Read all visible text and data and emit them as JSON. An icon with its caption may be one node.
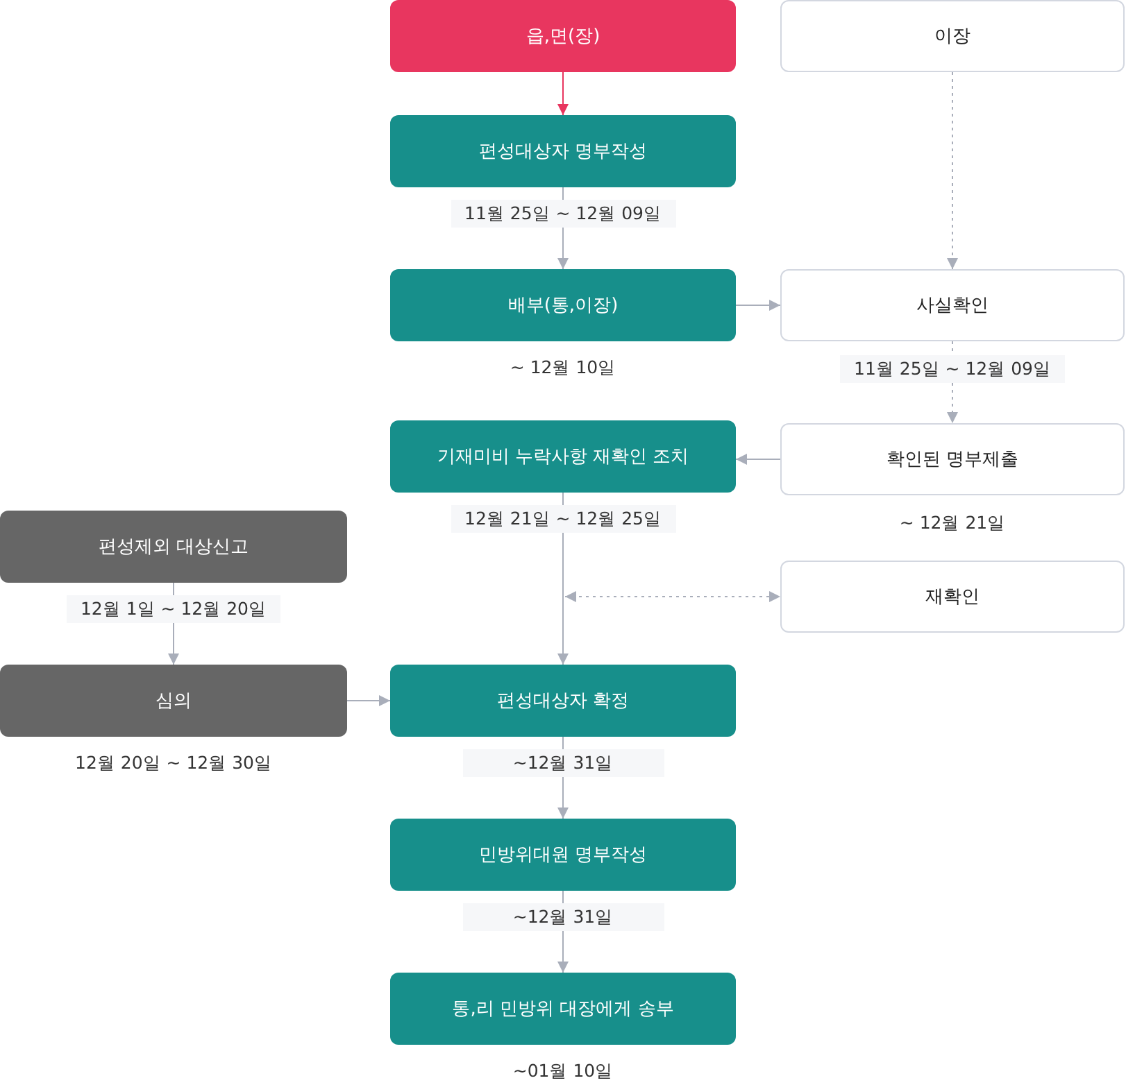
{
  "diagram": {
    "nodes": [
      {
        "text": [
          "읍,면(장)"
        ]
      },
      {
        "text": [
          "이장"
        ]
      },
      {
        "text": [
          "편성대상자 명부작성"
        ],
        "beside": [
          "11월 25일 ~ 12월 09일"
        ]
      },
      {
        "text": [
          "배부(통,이장)"
        ],
        "beside": [
          "~ 12월 10일"
        ]
      },
      {
        "text": [
          "사실확인"
        ],
        "beside": [
          "11월 25일 ~ 12월 09일"
        ]
      },
      {
        "text": [
          "기재미비 누락사항 재확인 조치"
        ],
        "beside": [
          "12월 21일 ~ 12월 25일"
        ]
      },
      {
        "text": [
          "확인된 명부제출"
        ],
        "beside": [
          "~ 12월 21일"
        ]
      },
      {
        "text": [
          "편성제외 대상신고"
        ],
        "beside": [
          "12월 1일 ~ 12월 20일"
        ]
      },
      {
        "text": [
          "재확인"
        ]
      },
      {
        "text": [
          "심의"
        ],
        "beside": [
          "12월 20일 ~ 12월 30일"
        ]
      },
      {
        "text": [
          "편성대상자 확정"
        ],
        "beside": [
          "~12월 31일"
        ]
      },
      {
        "text": [
          "민방위대원 명부작성"
        ],
        "beside": [
          "~12월 31일"
        ]
      },
      {
        "text": [
          "통,리 민방위 대장에게 송부"
        ],
        "beside": [
          "~01월 10일"
        ]
      }
    ],
    "edges": [
      {
        "from": 0,
        "to": 2,
        "arrow": "to",
        "color": "#e8365f"
      },
      {
        "from": 2,
        "to": 3,
        "arrow": "to"
      },
      {
        "from": 1,
        "to": 4,
        "arrow": "to",
        "style": "dashed"
      },
      {
        "from": 3,
        "to": 4,
        "arrow": "to"
      },
      {
        "from": 4,
        "to": 6,
        "arrow": "to",
        "style": "dashed"
      },
      {
        "from": 6,
        "to": 5,
        "arrow": "to"
      },
      {
        "from": 5,
        "to": 10,
        "arrow": "to"
      },
      {
        "from": null,
        "to": 8,
        "arrow": "both",
        "style": "dashed"
      },
      {
        "from": 7,
        "to": 9,
        "arrow": "to"
      },
      {
        "from": 9,
        "to": 10,
        "arrow": "to"
      },
      {
        "from": 10,
        "to": 11,
        "arrow": "to"
      },
      {
        "from": 11,
        "to": 12,
        "arrow": "to"
      }
    ]
  }
}
